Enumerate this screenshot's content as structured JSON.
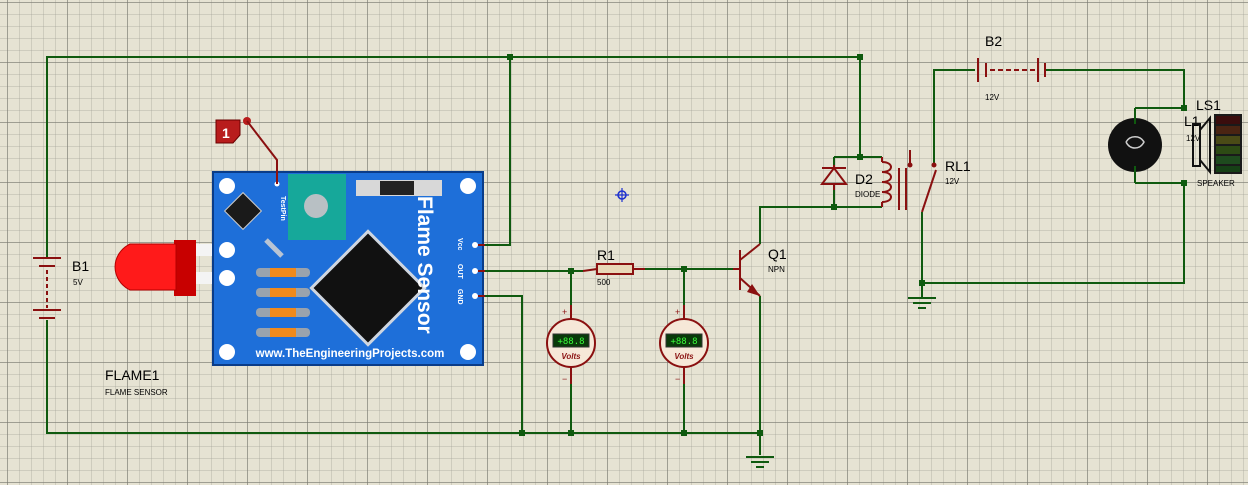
{
  "components": {
    "battery_b1": {
      "ref": "B1",
      "value": "5V"
    },
    "battery_b2": {
      "ref": "B2",
      "value": "12V"
    },
    "flame_sensor": {
      "ref": "FLAME1",
      "type": "FLAME SENSOR",
      "board_title": "Flame Sensor",
      "website": "www.TheEngineeringProjects.com",
      "pin_labels": [
        "Vcc",
        "OUT",
        "GND"
      ],
      "testpin_label": "TestPin",
      "board_color": "#1e6fd9"
    },
    "test_probe": {
      "label": "1"
    },
    "resistor_r1": {
      "ref": "R1",
      "value": "500"
    },
    "transistor_q1": {
      "ref": "Q1",
      "type": "NPN"
    },
    "diode_d2": {
      "ref": "D2",
      "type": "DIODE"
    },
    "relay_rl1": {
      "ref": "RL1",
      "value": "12V"
    },
    "speaker_ls1": {
      "ref": "LS1",
      "value": "12V",
      "type": "SPEAKER"
    },
    "lamp_l1": {
      "ref": "L1"
    },
    "voltmeter_1": {
      "reading": "+88.8",
      "unit": "Volts",
      "plus": "+",
      "minus": "−"
    },
    "voltmeter_2": {
      "reading": "+88.8",
      "unit": "Volts",
      "plus": "+",
      "minus": "−"
    }
  },
  "colors": {
    "wire": "#0f5a0f",
    "component": "#8a1010",
    "background": "#e6e3d3"
  }
}
